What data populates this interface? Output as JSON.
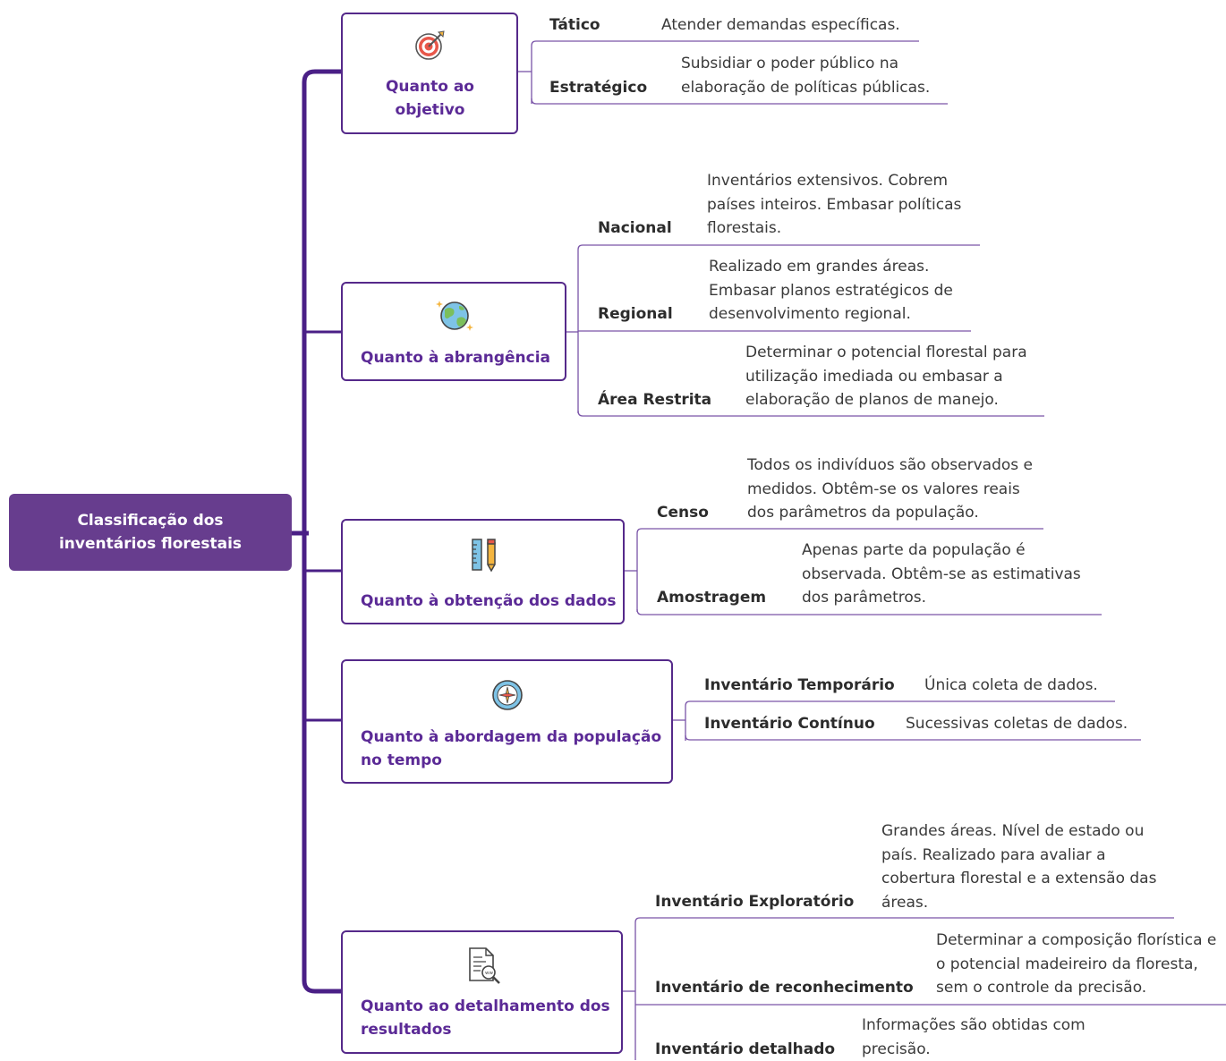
{
  "root": {
    "title": "Classificação dos inventários florestais"
  },
  "branches": [
    {
      "label": "Quanto ao objetivo",
      "icon": "target-icon",
      "children": [
        {
          "label": "Tático",
          "desc": "Atender demandas específicas."
        },
        {
          "label": "Estratégico",
          "desc": "Subsidiar o poder público na elaboração de políticas públicas."
        }
      ]
    },
    {
      "label": "Quanto à abrangência",
      "icon": "globe-icon",
      "children": [
        {
          "label": "Nacional",
          "desc": "Inventários extensivos. Cobrem países inteiros. Embasar políticas florestais."
        },
        {
          "label": "Regional",
          "desc": "Realizado em grandes áreas. Embasar planos estratégicos de desenvolvimento regional."
        },
        {
          "label": "Área Restrita",
          "desc": "Determinar o potencial florestal para utilização imediada ou embasar a elaboração de planos de manejo."
        }
      ]
    },
    {
      "label": "Quanto à obtenção dos dados",
      "icon": "ruler-pencil-icon",
      "children": [
        {
          "label": "Censo",
          "desc": "Todos os indivíduos são observados e medidos. Obtêm-se os valores reais dos parâmetros da população."
        },
        {
          "label": "Amostragem",
          "desc": "Apenas parte da população é observada. Obtêm-se as estimativas dos parâmetros."
        }
      ]
    },
    {
      "label": "Quanto à abordagem da população no tempo",
      "icon": "compass-icon",
      "children": [
        {
          "label": "Inventário Temporário",
          "desc": "Única coleta de dados."
        },
        {
          "label": "Inventário Contínuo",
          "desc": "Sucessivas coletas de dados."
        }
      ]
    },
    {
      "label": "Quanto ao detalhamento dos resultados",
      "icon": "document-search-icon",
      "children": [
        {
          "label": "Inventário Exploratório",
          "desc": "Grandes áreas. Nível de estado ou país. Realizado para avaliar a cobertura florestal e a extensão das áreas."
        },
        {
          "label": "Inventário de reconhecimento",
          "desc": "Determinar a composição florística e o potencial madeireiro da floresta, sem o controle da precisão."
        },
        {
          "label": "Inventário detalhado",
          "desc": "Informações são obtidas com precisão."
        }
      ]
    }
  ],
  "colors": {
    "trunk": "#4a1f86",
    "branch_border": "#55298a",
    "branch_text": "#5b2a96",
    "root_bg": "#673d8e",
    "leaf_line": "#7a54a8"
  }
}
